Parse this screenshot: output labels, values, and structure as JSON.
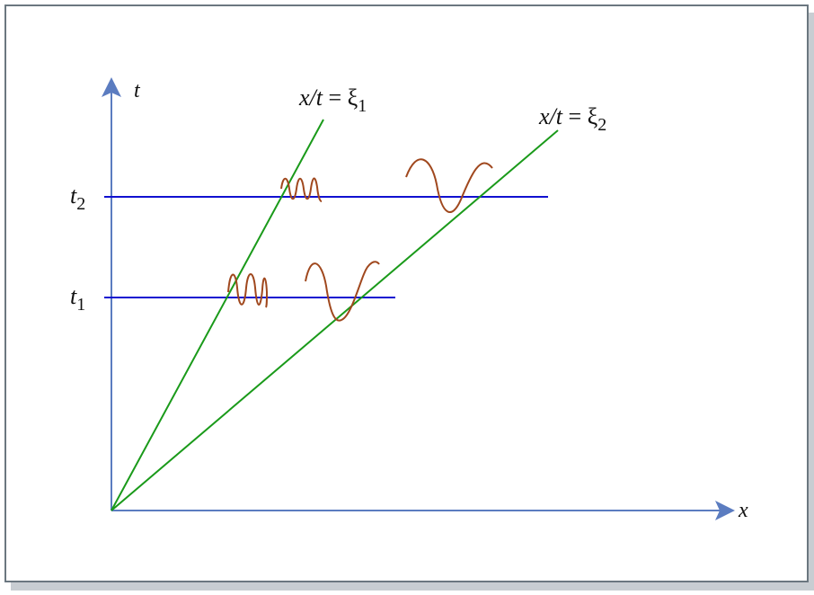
{
  "diagram": {
    "axes": {
      "vertical_label": "t",
      "horizontal_label": "x"
    },
    "time_levels": [
      {
        "name": "t",
        "subscript": "2"
      },
      {
        "name": "t",
        "subscript": "1"
      }
    ],
    "rays": [
      {
        "prefix": "x/t",
        "equals": " = ",
        "symbol": "ξ",
        "subscript": "1"
      },
      {
        "prefix": "x/t",
        "equals": " = ",
        "symbol": "ξ",
        "subscript": "2"
      }
    ],
    "colors": {
      "axis": "#5b7cc0",
      "time_line": "#1010d0",
      "ray": "#1a9a1a",
      "wave": "#a0481e",
      "frame": "#6b7780",
      "shadow": "#c8cdd2"
    }
  }
}
